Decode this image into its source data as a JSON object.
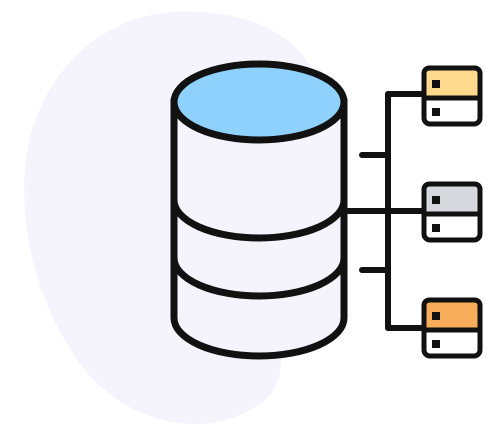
{
  "illustration": {
    "subject": "database-server-network",
    "icons": [
      "blob-background",
      "database-cylinder-icon",
      "server-unit-icon",
      "connector-lines"
    ],
    "colors": {
      "blob": "#f5f4fd",
      "outline": "#111111",
      "cylinder_body": "#f5f4fd",
      "cylinder_top": "#8ed1fc",
      "server_1_accent": "#fcd98d",
      "server_2_accent": "#d5d8dc",
      "server_3_accent": "#f8ad5a",
      "server_body": "#ffffff"
    }
  }
}
